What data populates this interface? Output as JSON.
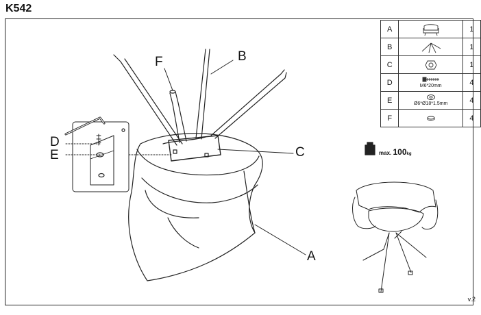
{
  "title": "K542",
  "version": "v.2",
  "callouts": {
    "A": "A",
    "B": "B",
    "C": "C",
    "D": "D",
    "E": "E",
    "F": "F"
  },
  "max_load": {
    "prefix": "max.",
    "value": "100",
    "unit": "kg"
  },
  "parts": [
    {
      "key": "A",
      "label": "",
      "qty": "1",
      "icon": "chair-seat-icon"
    },
    {
      "key": "B",
      "label": "",
      "qty": "1",
      "icon": "star-base-icon"
    },
    {
      "key": "C",
      "label": "",
      "qty": "1",
      "icon": "swivel-plate-icon"
    },
    {
      "key": "D",
      "label": "M6*20mm",
      "qty": "4",
      "icon": "bolt-icon"
    },
    {
      "key": "E",
      "label": "Ø6*Ø18*1.5mm",
      "qty": "4",
      "icon": "washer-icon"
    },
    {
      "key": "F",
      "label": "",
      "qty": "4",
      "icon": "foot-cap-icon"
    }
  ]
}
